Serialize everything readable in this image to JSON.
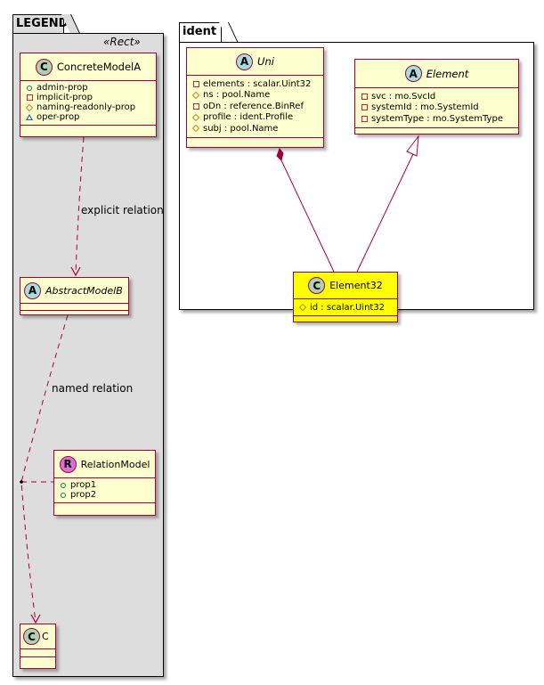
{
  "legend": {
    "package_name": "LEGEND",
    "stereotype": "«Rect»",
    "concrete_model": {
      "badge": "C",
      "badge_color": "#add1b2",
      "name": "ConcreteModelA",
      "attributes": [
        {
          "visibility": "public",
          "icon": "circle-icon",
          "label": "admin-prop"
        },
        {
          "visibility": "private",
          "icon": "square-icon",
          "label": "implicit-prop"
        },
        {
          "visibility": "protected",
          "icon": "diamond-icon",
          "label": "naming-readonly-prop"
        },
        {
          "visibility": "package",
          "icon": "triangle-icon",
          "label": "oper-prop"
        }
      ]
    },
    "explicit_relation_label": "explicit relation",
    "abstract_model": {
      "badge": "A",
      "badge_color": "#a9dcdf",
      "name": "AbstractModelB"
    },
    "named_relation_label": "named relation",
    "relation_model": {
      "badge": "R",
      "badge_color": "#da70d6",
      "name": "RelationModel",
      "attributes": [
        {
          "visibility": "public",
          "icon": "circle-icon",
          "label": "prop1"
        },
        {
          "visibility": "public",
          "icon": "circle-icon",
          "label": "prop2"
        }
      ]
    },
    "c_model": {
      "badge": "C",
      "badge_color": "#add1b2",
      "name": "C"
    }
  },
  "ident": {
    "package_name": "ident",
    "uni": {
      "badge": "A",
      "name": "Uni",
      "attributes": [
        {
          "visibility": "private",
          "icon": "square-icon",
          "label": "elements : scalar.Uint32"
        },
        {
          "visibility": "protected",
          "icon": "diamond-icon",
          "label": "ns : pool.Name"
        },
        {
          "visibility": "private",
          "icon": "square-icon",
          "label": "oDn : reference.BinRef"
        },
        {
          "visibility": "protected",
          "icon": "diamond-icon",
          "label": "profile : ident.Profile"
        },
        {
          "visibility": "protected",
          "icon": "diamond-icon",
          "label": "subj : pool.Name"
        }
      ]
    },
    "element": {
      "badge": "A",
      "name": "Element",
      "attributes": [
        {
          "visibility": "private",
          "icon": "square-icon",
          "label": "svc : mo.SvcId"
        },
        {
          "visibility": "private",
          "icon": "square-icon",
          "label": "systemId : mo.SystemId"
        },
        {
          "visibility": "private",
          "icon": "square-icon",
          "label": "systemType : mo.SystemType"
        }
      ]
    },
    "element32": {
      "badge": "C",
      "name": "Element32",
      "highlight_color": "#ffff00",
      "attributes": [
        {
          "visibility": "protected",
          "icon": "diamond-icon",
          "label": "id : scalar.Uint32"
        }
      ]
    }
  },
  "colors": {
    "class_fill": "#fefece",
    "class_border": "#a80036",
    "package_fill": "#dddddd",
    "relation_line": "#a80036"
  }
}
